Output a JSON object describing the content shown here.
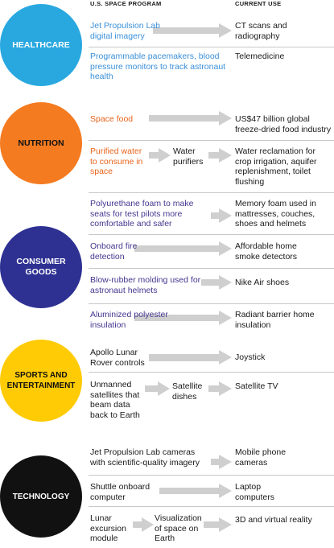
{
  "headers": {
    "program": "U.S. SPACE PROGRAM",
    "current": "CURRENT USE"
  },
  "colors": {
    "healthcare": "#29a8e0",
    "nutrition": "#f47b20",
    "consumer_goods": "#2e3192",
    "sports": "#ffcb05",
    "technology": "#111111",
    "healthcare_text": "#3a8fd8",
    "nutrition_text": "#e8641c",
    "consumer_text": "#45368f",
    "arrow": "#cfcfcf"
  },
  "categories": {
    "healthcare": "HEALTHCARE",
    "nutrition": "NUTRITION",
    "consumer_goods": "CONSUMER GOODS",
    "sports": "SPORTS AND ENTERTAINMENT",
    "technology": "TECHNOLOGY"
  },
  "rows": {
    "jpl_imagery": {
      "program": "Jet Propulsion Lab digital imagery",
      "use": "CT scans and radiography"
    },
    "pacemakers": {
      "program": "Programmable pacemakers, blood pressure monitors to track astronaut health",
      "use": "Telemedicine"
    },
    "space_food": {
      "program": "Space food",
      "use": "US$47 billion global freeze-dried food industry"
    },
    "purified_water": {
      "program": "Purified water to consume in space",
      "middle": "Water purifiers",
      "use": "Water reclamation for crop irrigation, aquifer replenishment, toilet flushing"
    },
    "polyurethane": {
      "program": "Polyurethane foam to make seats for test pilots more comfortable and safer",
      "use": "Memory foam used in mattresses, couches, shoes and helmets"
    },
    "fire_detection": {
      "program": "Onboard fire detection",
      "use": "Affordable home smoke detectors"
    },
    "blow_rubber": {
      "program": "Blow-rubber molding used for astronaut helmets",
      "use": "Nike Air shoes"
    },
    "polyester": {
      "program": "Aluminized polyester insulation",
      "use": "Radiant barrier home insulation"
    },
    "apollo_rover": {
      "program": "Apollo Lunar Rover controls",
      "use": "Joystick"
    },
    "satellites": {
      "program": "Unmanned satellites that beam data back to Earth",
      "middle": "Satellite dishes",
      "use": "Satellite TV"
    },
    "jpl_cameras": {
      "program": "Jet Propulsion Lab cameras with scientific-quality imagery",
      "use": "Mobile phone cameras"
    },
    "shuttle_computer": {
      "program": "Shuttle onboard computer",
      "use": "Laptop computers"
    },
    "lunar_module": {
      "program": "Lunar excursion module",
      "middle": "Visualization of space on Earth",
      "use": "3D and virtual reality"
    }
  }
}
